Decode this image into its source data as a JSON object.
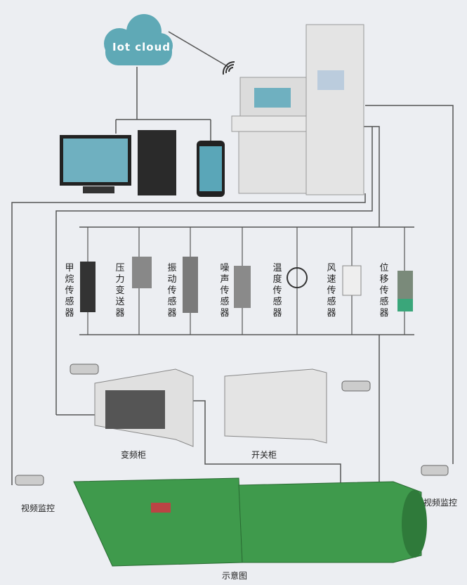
{
  "cloud": {
    "label": "Iot cloud"
  },
  "sensors": [
    {
      "label": "甲烷传感器"
    },
    {
      "label": "压力变送器"
    },
    {
      "label": "振动传感器"
    },
    {
      "label": "噪声传感器"
    },
    {
      "label": "温度传感器"
    },
    {
      "label": "风速传感器"
    },
    {
      "label": "位移传感器"
    }
  ],
  "equipment": {
    "vfd_cabinet": "变频柜",
    "switch_cabinet": "开关柜",
    "fan": "示意图",
    "camera_left": "视频监控",
    "camera_right": "视频监控"
  },
  "colors": {
    "cloud": "#5fa9b6",
    "cabinet": "#e6e6e6",
    "fan": "#3f9a4c",
    "line": "#555555"
  }
}
